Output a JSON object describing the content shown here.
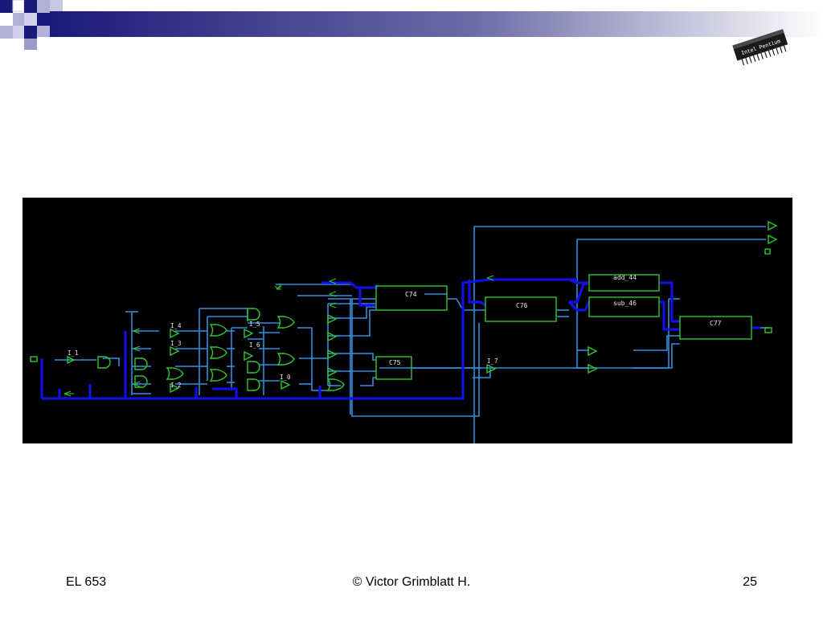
{
  "footer": {
    "course": "EL 653",
    "copyright": "© Victor Grimblatt H.",
    "page_number": "25"
  },
  "logo": {
    "chip_text": "Intel Pentium"
  },
  "colors": {
    "bus_thick": "#1010e0",
    "wire": "#2f8fe0",
    "gate": "#2fc82f",
    "text": "#e6e6e6",
    "background": "#000000",
    "header_navy": "#1a1a7a",
    "header_lavender": "#b0b0d8"
  },
  "schematic": {
    "blocks": [
      {
        "id": "c74",
        "label": "C74"
      },
      {
        "id": "c75",
        "label": "C75"
      },
      {
        "id": "c76",
        "label": "C76"
      },
      {
        "id": "add44",
        "label": "add_44"
      },
      {
        "id": "sub46",
        "label": "sub_46"
      },
      {
        "id": "c77",
        "label": "C77"
      }
    ],
    "instance_labels": [
      {
        "id": "i1",
        "text": "I_1"
      },
      {
        "id": "i4",
        "text": "I_4"
      },
      {
        "id": "i3",
        "text": "I_3"
      },
      {
        "id": "i2",
        "text": "I_2"
      },
      {
        "id": "i5",
        "text": "I_5"
      },
      {
        "id": "i6",
        "text": "I_6"
      },
      {
        "id": "i0",
        "text": "I_0"
      },
      {
        "id": "i7",
        "text": "I_7"
      }
    ]
  }
}
